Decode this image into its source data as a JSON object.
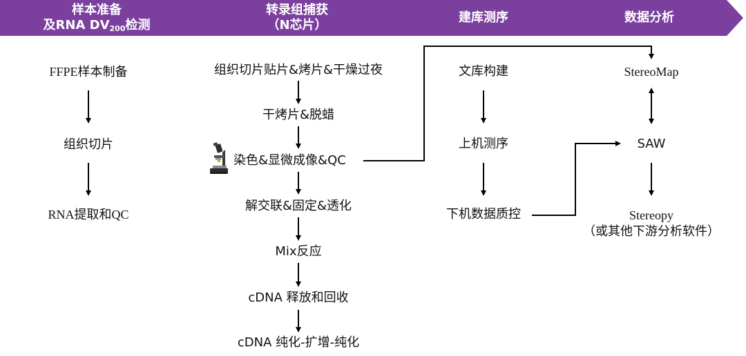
{
  "header": {
    "fill_color": "#7b3f9e",
    "stages": [
      {
        "line1": "样本准备",
        "line2_prefix": "及RNA DV",
        "line2_sub": "200",
        "line2_suffix": "检测"
      },
      {
        "line1": "转录组捕获",
        "line2": "（N芯片）"
      },
      {
        "line1": "建库测序"
      },
      {
        "line1": "数据分析"
      }
    ]
  },
  "columns": {
    "sample_prep": [
      "FFPE样本制备",
      "组织切片",
      "RNA提取和QC"
    ],
    "capture": [
      "组织切片贴片&烤片&干燥过夜",
      "干烤片&脱蜡",
      "染色&显微成像&QC",
      "解交联&固定&透化",
      "Mix反应",
      "cDNA 释放和回收",
      "cDNA 纯化-扩增-纯化"
    ],
    "library_seq": [
      "文库构建",
      "上机测序",
      "下机数据质控"
    ],
    "analysis": [
      "StereoMap",
      "SAW",
      "Stereopy",
      "（或其他下游分析软件）"
    ]
  },
  "icons": {
    "microscope": "microscope-icon"
  },
  "colors": {
    "arrow": "#000000",
    "header_text": "#ffffff"
  }
}
